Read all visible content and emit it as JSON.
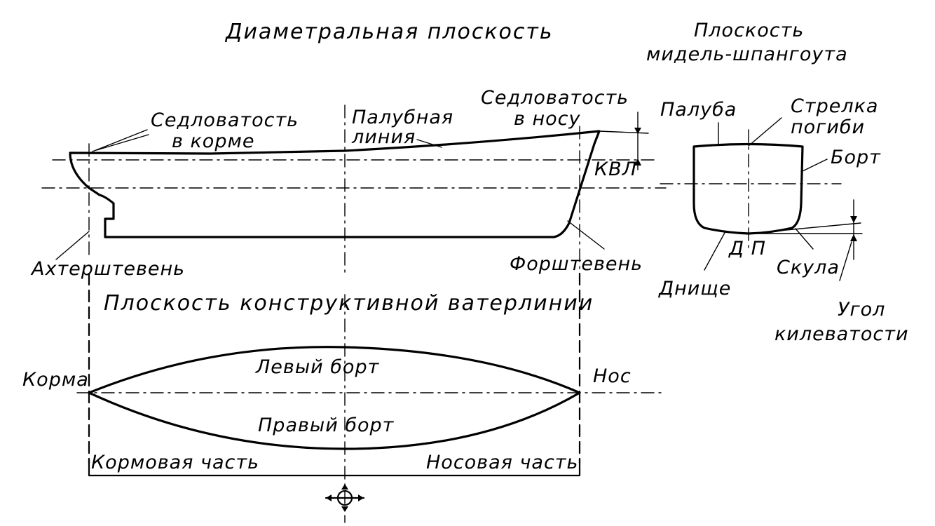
{
  "labels": {
    "title_diametral": "Диаметральная плоскость",
    "title_midship_1": "Плоскость",
    "title_midship_2": "мидель-шпангоута",
    "sheer_stern_1": "Седловатость",
    "sheer_stern_2": "в корме",
    "deck_line_1": "Палубная",
    "deck_line_2": "линия",
    "sheer_bow_1": "Седловатость",
    "sheer_bow_2": "в носу",
    "kvl": "КВЛ",
    "sternpost": "Ахтерштевень",
    "stem": "Форштевень",
    "deck": "Палуба",
    "camber_1": "Стрелка",
    "camber_2": "погиби",
    "side": "Борт",
    "dp": "Д П",
    "bilge": "Скула",
    "bottom": "Днище",
    "deadrise_1": "Угол",
    "deadrise_2": "килеватости",
    "title_waterline": "Плоскость конструктивной ватерлинии",
    "stern": "Корма",
    "bow": "Нос",
    "port": "Левый борт",
    "starboard": "Правый борт",
    "aft_part": "Кормовая часть",
    "fore_part": "Носовая часть"
  }
}
